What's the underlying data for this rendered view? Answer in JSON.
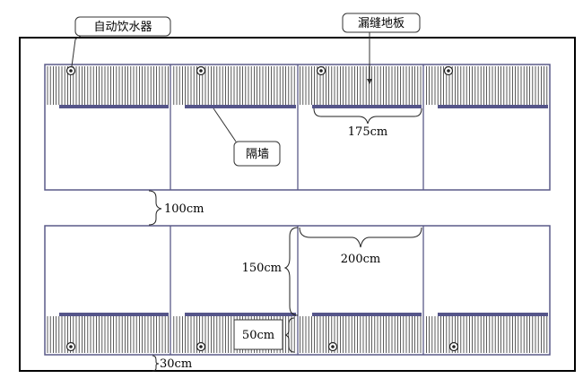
{
  "callouts": {
    "drinker": "自动饮水器",
    "slatted_floor": "漏缝地板",
    "partition": "隔墙"
  },
  "dimensions": {
    "slat_width": "175cm",
    "aisle": "100cm",
    "pen_width": "200cm",
    "pen_length": "150cm",
    "slat_depth": "50cm",
    "side_gap": "30cm"
  },
  "colors": {
    "outline": "#5a5a88",
    "partition_bar": "#55558a",
    "frame": "#000000"
  }
}
